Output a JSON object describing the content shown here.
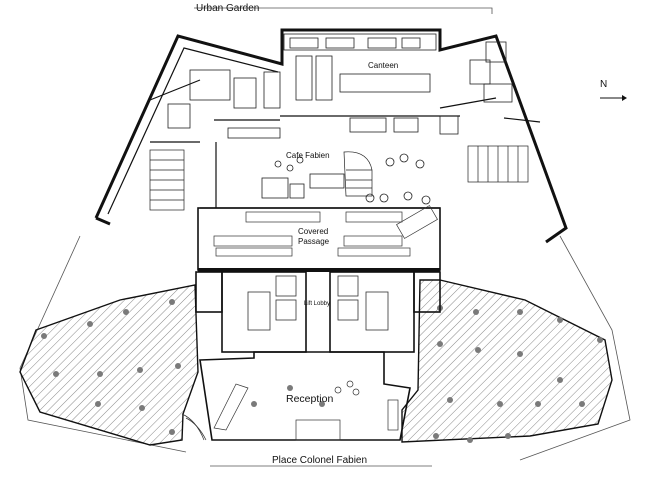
{
  "labels": {
    "urban_garden": "Urban Garden",
    "canteen": "Canteen",
    "cafe": "Cafe Fabien",
    "covered_line1": "Covered",
    "covered_line2": "Passage",
    "lift_lobby": "Lift Lobby",
    "reception": "Reception",
    "place": "Place Colonel Fabien",
    "north": "N"
  },
  "icons": {
    "north_arrow": "north-arrow-icon"
  },
  "colors": {
    "line": "#111111",
    "thin": "#555555",
    "hatch": "#8a8a8a",
    "column": "#7a7a7a"
  }
}
